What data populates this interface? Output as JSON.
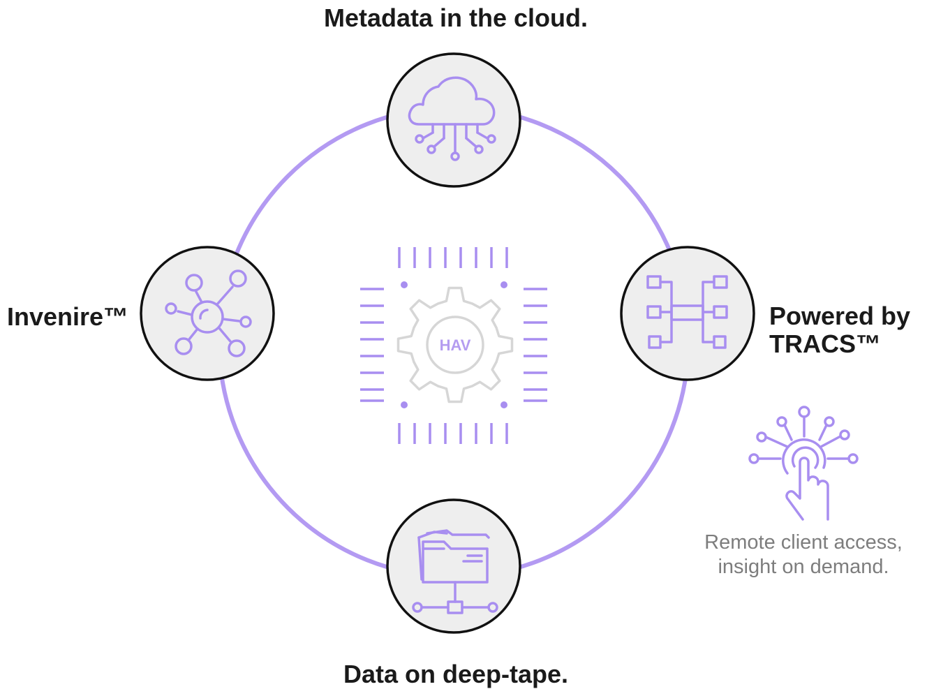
{
  "labels": {
    "top": "Metadata in the cloud.",
    "left": "Invenire™",
    "right_line1": "Powered by",
    "right_line2": "TRACS™",
    "bottom": "Data on deep-tape."
  },
  "center": {
    "text": "HAV"
  },
  "caption": {
    "line1": "Remote client access,",
    "line2": "insight on demand."
  },
  "colors": {
    "accent": "#a88ef0",
    "ring": "#b39af2",
    "node_fill": "#eeeeee",
    "node_border": "#111111",
    "gear": "#d6d6d6",
    "text": "#1a1a1a",
    "caption": "#7d7d7d"
  },
  "icons": {
    "top_node": "cloud-network-icon",
    "left_node": "molecule-network-icon",
    "right_node": "hierarchy-chart-icon",
    "bottom_node": "folder-network-icon",
    "center": "processor-gear-icon",
    "caption": "touch-network-icon"
  }
}
